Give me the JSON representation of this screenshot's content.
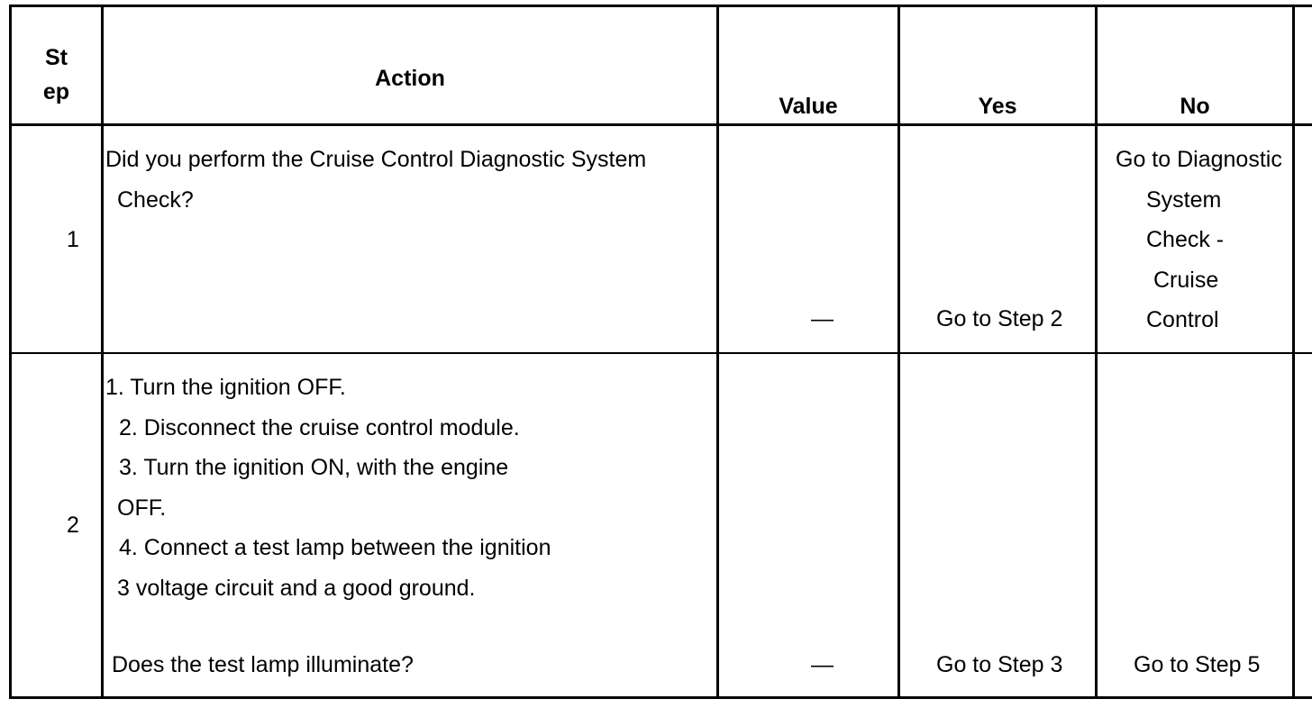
{
  "header": {
    "step_line1": "St",
    "step_line2": "ep",
    "action": "Action",
    "value": "Value",
    "yes": "Yes",
    "no": "No"
  },
  "rows": [
    {
      "step": "1",
      "action_lines": [
        "Did you perform the Cruise Control Diagnostic System",
        "Check?"
      ],
      "value": "—",
      "yes": "Go to Step 2",
      "no_lines": [
        "Go to Diagnostic",
        "System",
        "Check -",
        "Cruise",
        "Control"
      ]
    },
    {
      "step": "2",
      "action_lines": [
        "1.   Turn the ignition OFF.",
        "2.   Disconnect the cruise control module.",
        "3.   Turn the ignition ON, with the engine",
        "OFF.",
        "4.   Connect a test lamp between the ignition",
        "3 voltage circuit and a good ground."
      ],
      "question": "Does the test lamp illuminate?",
      "value": "—",
      "yes": "Go to Step 3",
      "no": "Go to Step 5"
    }
  ]
}
